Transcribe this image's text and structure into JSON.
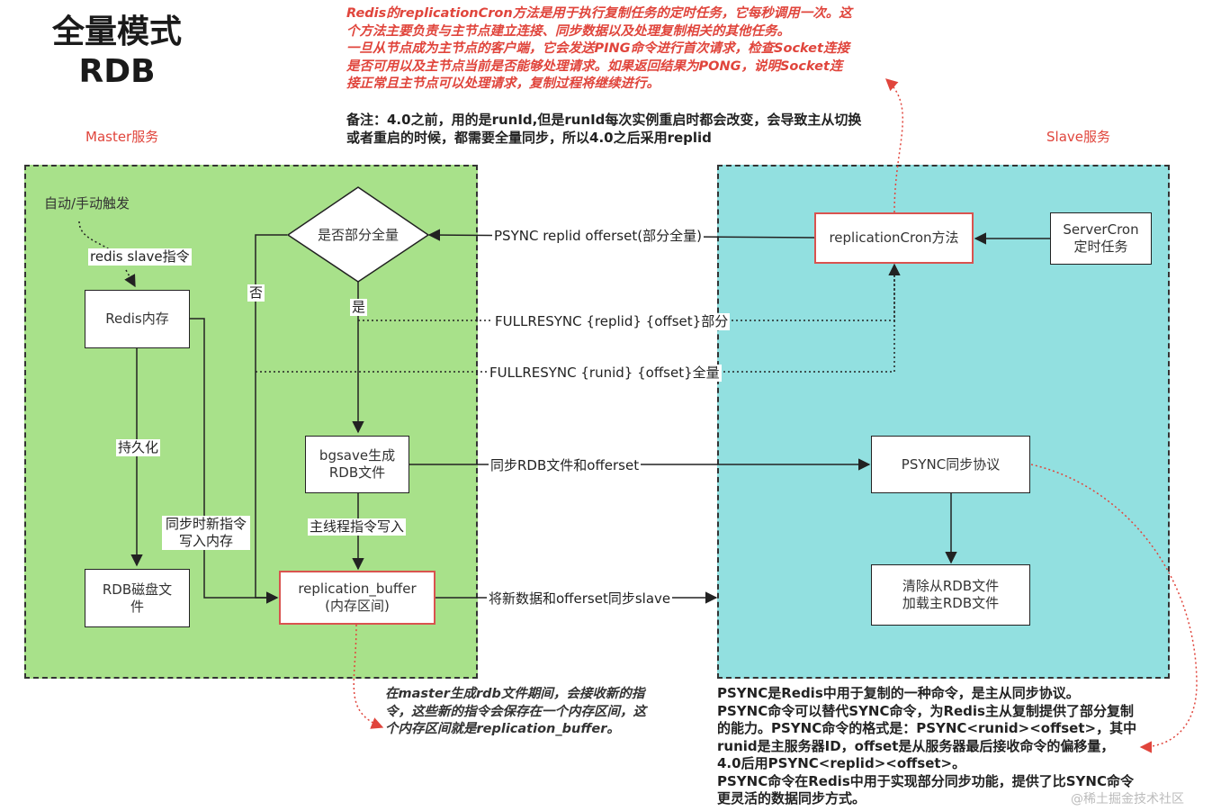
{
  "title": {
    "line1": "全量模式",
    "line2": "RDB"
  },
  "zones": {
    "master_label": "Master服务",
    "slave_label": "Slave服务"
  },
  "notes": {
    "top_red": [
      "Redis的replicationCron方法是用于执行复制任务的定时任务，它每秒调用一次。这",
      "个方法主要负责与主节点建立连接、同步数据以及处理复制相关的其他任务。",
      "一旦从节点成为主节点的客户端，它会发送PING命令进行首次请求，检查Socket连接",
      "是否可用以及主节点当前是否能够处理请求。如果返回结果为PONG，说明Socket连",
      "接正常且主节点可以处理请求，复制过程将继续进行。"
    ],
    "top_black": [
      "备注：4.0之前，用的是runId,但是runId每次实例重启时都会改变，会导致主从切换",
      "或者重启的时候，都需要全量同步，所以4.0之后采用replid"
    ],
    "buffer_note": [
      "在master生成rdb文件期间，会接收新的指",
      "令，这些新的指令会保存在一个内存区间，这",
      "个内存区间就是replication_buffer。"
    ],
    "psync_note": [
      "PSYNC是Redis中用于复制的一种命令，是主从同步协议。",
      "PSYNC命令可以替代SYNC命令，为Redis主从复制提供了部分复制",
      "的能力。PSYNC命令的格式是：PSYNC<runid><offset>，其中",
      "runid是主服务器ID，offset是从服务器最后接收命令的偏移量，",
      "4.0后用PSYNC<replid><offset>。",
      "PSYNC命令在Redis中用于实现部分同步功能，提供了比SYNC命令",
      "更灵活的数据同步方式。"
    ]
  },
  "master": {
    "trigger": "自动/手动触发",
    "slave_cmd": "redis slave指令",
    "redis_memory": "Redis内存",
    "persist": "持久化",
    "rdb_disk_line1": "RDB磁盘文",
    "rdb_disk_line2": "件",
    "sync_new_line1": "同步时新指令",
    "sync_new_line2": "写入内存",
    "decision": "是否部分全量",
    "yes": "是",
    "no": "否",
    "bgsave_line1": "bgsave生成",
    "bgsave_line2": "RDB文件",
    "main_thread": "主线程指令写入",
    "buffer_line1": "replication_buffer",
    "buffer_line2": "(内存区间)"
  },
  "slave": {
    "cron": "replicationCron方法",
    "server_cron_line1": "ServerCron",
    "server_cron_line2": "定时任务",
    "psync_protocol": "PSYNC同步协议",
    "clear_line1": "清除从RDB文件",
    "clear_line2": "加载主RDB文件"
  },
  "edges": {
    "psync_partial": "PSYNC replid offerset(部分全量)",
    "fullresync_partial": "FULLRESYNC {replid} {offset}部分",
    "fullresync_full": "FULLRESYNC {runid} {offset}全量",
    "sync_rdb": "同步RDB文件和offerset",
    "sync_new_data": "将新数据和offerset同步slave"
  },
  "watermark": "@稀土掘金技术社区",
  "colors": {
    "master_bg": "#a8e18a",
    "slave_bg": "#92e0e0",
    "accent_red": "#e0453c"
  }
}
